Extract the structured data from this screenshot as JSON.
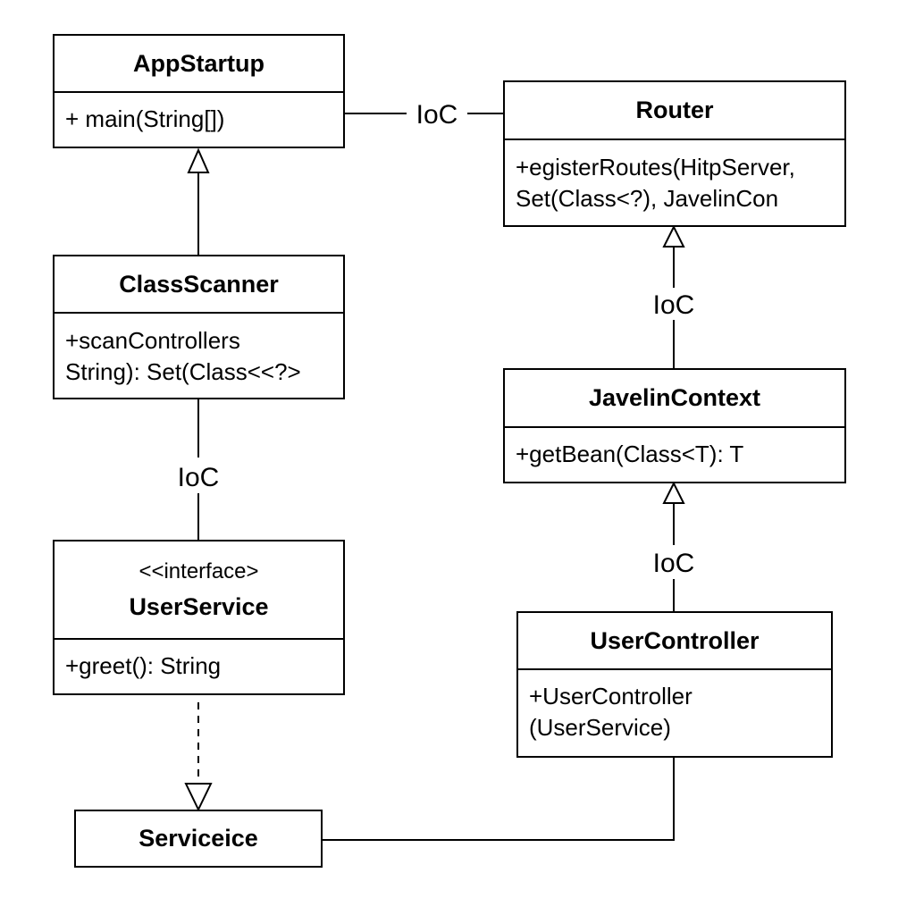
{
  "classes": {
    "app_startup": {
      "name": "AppStartup",
      "members": [
        "+ main(String[])"
      ]
    },
    "router": {
      "name": "Router",
      "members": [
        "+egisterRoutes(HitpServer,",
        "Set(Class<?), JavelinCon"
      ]
    },
    "class_scanner": {
      "name": "ClassScanner",
      "members": [
        "+scanControllers",
        "String): Set(Class<<?>"
      ]
    },
    "javelin_context": {
      "name": "JavelinContext",
      "members": [
        "+getBean(Class<T): T"
      ]
    },
    "user_service": {
      "stereotype": "<<interface>",
      "name": "UserService",
      "members": [
        "+greet(): String"
      ]
    },
    "user_controller": {
      "name": "UserController",
      "members": [
        "+UserController",
        "(UserService)"
      ]
    },
    "serviceice": {
      "name": "Serviceice"
    }
  },
  "connectors": {
    "app_router_label": "IoC",
    "context_router_label": "IoC",
    "scanner_service_label": "IoC",
    "controller_context_label": "IoC"
  }
}
